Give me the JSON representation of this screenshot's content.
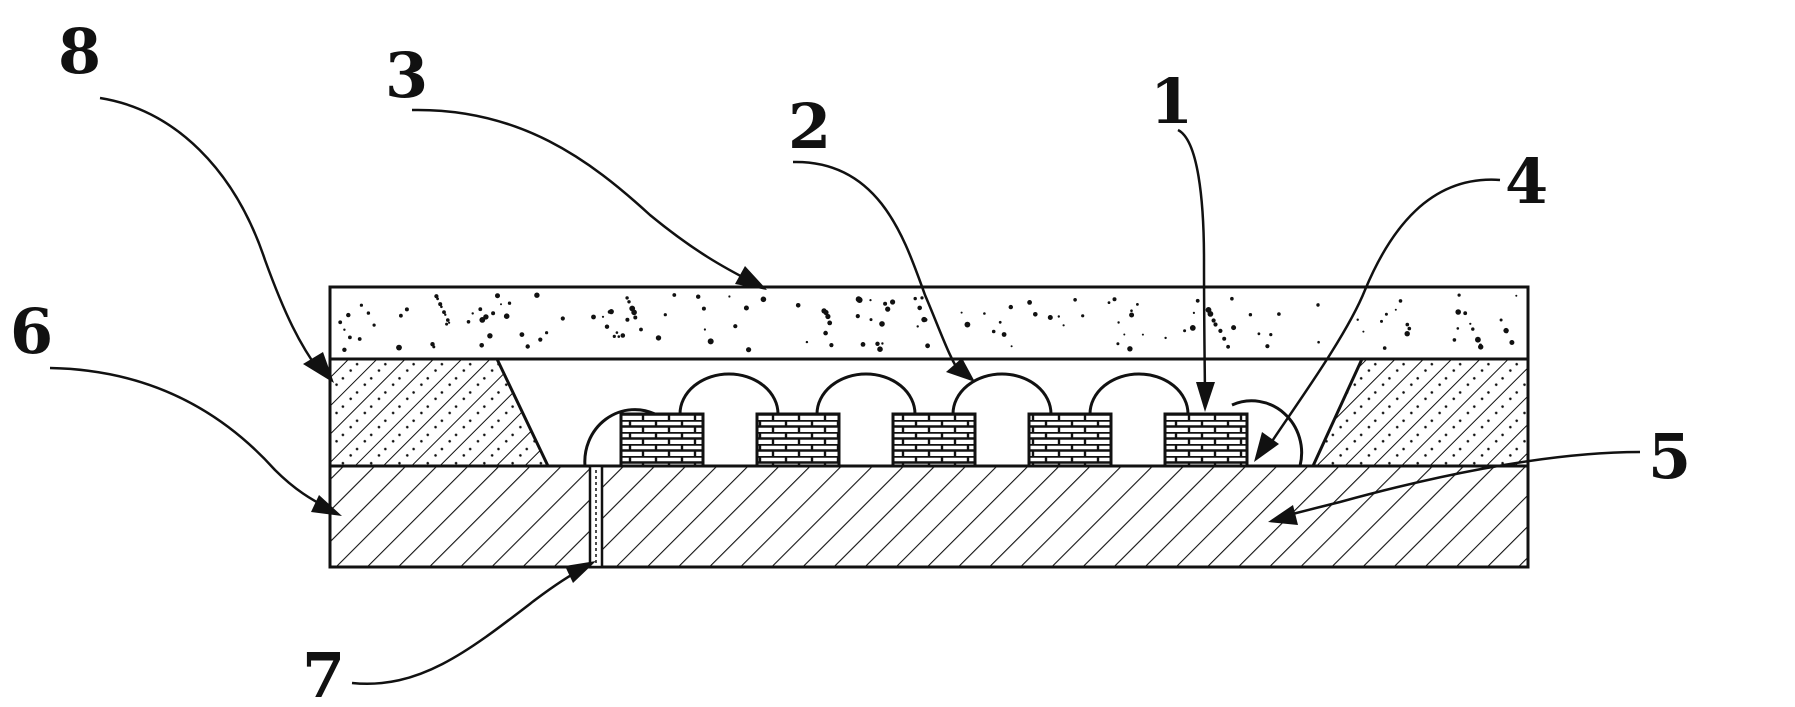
{
  "figure": {
    "colors": {
      "ink": "#111111",
      "paper": "#ffffff"
    },
    "callouts": [
      {
        "id": "1",
        "label": "1"
      },
      {
        "id": "2",
        "label": "2"
      },
      {
        "id": "3",
        "label": "3"
      },
      {
        "id": "4",
        "label": "4"
      },
      {
        "id": "5",
        "label": "5"
      },
      {
        "id": "6",
        "label": "6"
      },
      {
        "id": "7",
        "label": "7"
      },
      {
        "id": "8",
        "label": "8"
      }
    ]
  }
}
